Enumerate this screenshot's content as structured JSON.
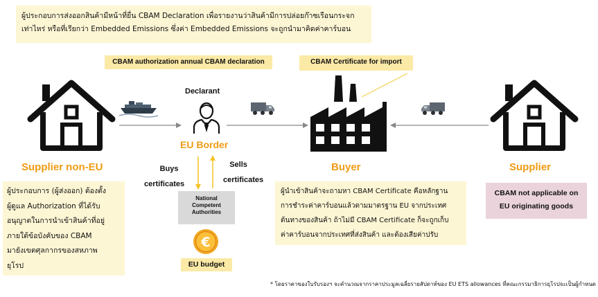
{
  "top_note": {
    "line1": "ผู้ประกอบการส่งออกสินค้ามีหน้าที่ยื่น CBAM Declaration เพื่อรายงานว่าสินค้ามีการปล่อยก๊าซเรือนกระจก",
    "line2": "เท่าไหร่ หรือที่เรียกว่า Embedded Emissions ซึ่งค่า Embedded Emissions  จะถูกนำมาคิดค่าคาร์บอน"
  },
  "labels": {
    "authorization": "CBAM authorization annual CBAM declaration",
    "certificate": "CBAM Certificate for import",
    "declarant": "Declarant",
    "eu_border": "EU Border",
    "supplier_non_eu": "Supplier non-EU",
    "buyer": "Buyer",
    "supplier": "Supplier",
    "buys_1": "Buys",
    "buys_2": "certificates",
    "sells_1": "Sells",
    "sells_2": "certificates",
    "nca_1": "National",
    "nca_2": "Competent",
    "nca_3": "Authorities",
    "eu_budget": "EU budget",
    "not_applicable_1": "CBAM not applicable on",
    "not_applicable_2": "EU originating goods"
  },
  "left_note": [
    "ผู้ประกอบการ (ผู้ส่งออก) ต้องตั้ง",
    "ผู้ดูแล Authorization ที่ได้รับ",
    "อนุญาตในการนำเข้าสินค้าที่อยู่",
    "ภายใต้ข้อบังคับของ CBAM",
    "มายังเขตศุลกากรของสหภาพ",
    "ยุโรป"
  ],
  "mid_note": [
    "ผู้นำเข้าสินค้าจะถามหา CBAM  Certificate  คือหลักฐาน",
    "การชำระค่าคาร์บอนแล้วตามมาตรฐาน EU จากประเทศ",
    "ต้นทางของสินค้า ถ้าไม่มี CBAM Certificate ก็จะถูกเก็บ",
    "ค่าคาร์บอนจากประเทศที่ส่งสินค้า และต้องเสียค่าปรับ"
  ],
  "footnote": "* โดยราคาของใบรับรองฯ จะคำนวณจากราคาประมูลเฉลี่ยรายสัปดาห์ของ EU ETS allowances ที่คณะกรรมาธิการยุโรปจะเป็นผู้กำหนด",
  "icons": {
    "house_left": "house-icon",
    "ship": "ship-icon",
    "declarant": "person-icon",
    "truck_1": "truck-icon",
    "factory": "factory-icon",
    "truck_2": "truck-icon",
    "house_right": "house-icon",
    "coin": "euro-coin-icon"
  },
  "colors": {
    "orange": "#ef9b14",
    "yellow_box": "#fdf6d5",
    "pink_box": "#ead3da",
    "tag_bg": "#fbe9a6",
    "arrow_yellow": "#f3c326"
  }
}
